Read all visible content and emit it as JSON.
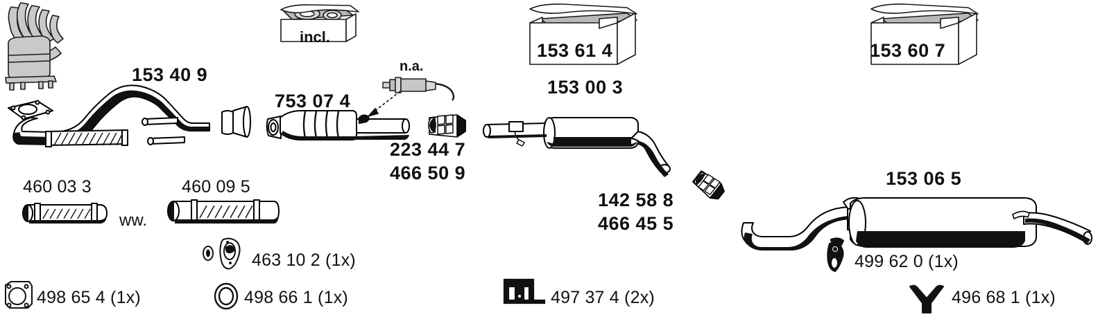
{
  "diagram": {
    "title": "Exhaust system parts diagram",
    "colors": {
      "ink": "#111111",
      "outline": "#000000",
      "fill_light": "#ffffff",
      "fill_grey": "#c8c8c8",
      "fill_mid": "#a8a8a8",
      "fill_dark": "#1a1a1a",
      "background": "#ffffff"
    },
    "parts": [
      {
        "id": "manifold-catalyst",
        "name": "exhaust-manifold-with-catalyst",
        "label": "",
        "qty": ""
      },
      {
        "id": "front-pipe",
        "name": "front-exhaust-pipe",
        "label": "153 40 9",
        "qty": ""
      },
      {
        "id": "incl-box",
        "name": "included-parts-box",
        "label": "incl.",
        "qty": ""
      },
      {
        "id": "catalytic-converter",
        "name": "catalytic-converter",
        "label": "753 07 4",
        "qty": ""
      },
      {
        "id": "lambda-sensor",
        "name": "lambda-oxygen-sensor",
        "label": "n.a.",
        "qty": ""
      },
      {
        "id": "clamp-a",
        "name": "exhaust-pipe-clamp-a",
        "label": "223 44 7",
        "label2": "466 50 9",
        "qty": ""
      },
      {
        "id": "box-153614",
        "name": "parts-box-153-61-4",
        "label": "153 61 4",
        "qty": ""
      },
      {
        "id": "centre-silencer",
        "name": "centre-silencer",
        "label": "153 00 3",
        "qty": ""
      },
      {
        "id": "clamp-b",
        "name": "exhaust-pipe-clamp-b",
        "label": "142 58 8",
        "label2": "466 45 5",
        "qty": ""
      },
      {
        "id": "box-153607",
        "name": "parts-box-153-60-7",
        "label": "153 60 7",
        "qty": ""
      },
      {
        "id": "rear-silencer",
        "name": "rear-silencer",
        "label": "153 06 5",
        "qty": ""
      },
      {
        "id": "flex-pipe-small",
        "name": "flexible-pipe-small",
        "label": "460 03 3",
        "qty": ""
      },
      {
        "id": "flex-pipe-large",
        "name": "flexible-pipe-large",
        "label": "460 09 5",
        "qty": ""
      },
      {
        "id": "gasket-463",
        "name": "exhaust-gasket-463-10-2",
        "label": "463 10 2 (1x)",
        "qty": "1x"
      },
      {
        "id": "gasket-498654",
        "name": "square-flange-gasket",
        "label": "498 65 4 (1x)",
        "qty": "1x"
      },
      {
        "id": "gasket-498661",
        "name": "ring-gasket",
        "label": "498 66 1 (1x)",
        "qty": "1x"
      },
      {
        "id": "mount-497374",
        "name": "rubber-mount-bracket",
        "label": "497 37 4 (2x)",
        "qty": "2x"
      },
      {
        "id": "hanger-499620",
        "name": "exhaust-hanger-499-62-0",
        "label": "499 62 0 (1x)",
        "qty": "1x"
      },
      {
        "id": "hanger-496681",
        "name": "exhaust-hanger-496-68-1",
        "label": "496 68 1 (1x)",
        "qty": "1x"
      }
    ],
    "labels": {
      "p153409": "153 40 9",
      "incl": "incl.",
      "p753074": "753 07 4",
      "na": "n.a.",
      "p223447": "223 44 7",
      "p466509": "466 50 9",
      "p153614": "153 61 4",
      "p153003": "153 00 3",
      "p142588": "142 58 8",
      "p466455": "466 45 5",
      "p153607": "153 60 7",
      "p153065": "153 06 5",
      "p460033": "460 03 3",
      "p460095": "460 09 5",
      "ww": "ww.",
      "p463102": "463 10 2 (1x)",
      "p498654": "498 65 4 (1x)",
      "p498661": "498 66 1 (1x)",
      "p497374": "497 37 4 (2x)",
      "p499620": "499 62 0 (1x)",
      "p496681": "496 68 1 (1x)"
    }
  }
}
